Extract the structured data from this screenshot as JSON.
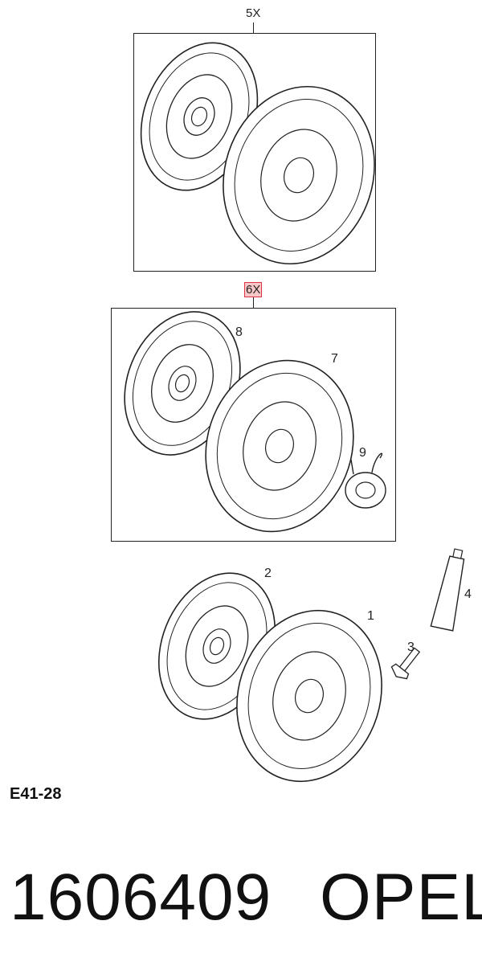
{
  "groups": {
    "box1": {
      "label": "5X"
    },
    "box2": {
      "label": "6X"
    }
  },
  "callouts": {
    "c1": "1",
    "c2": "2",
    "c3": "3",
    "c4": "4",
    "c7": "7",
    "c8": "8",
    "c9": "9"
  },
  "footer": {
    "figure_code": "E41-28",
    "part_number": "1606409",
    "brand": "OPEL"
  }
}
